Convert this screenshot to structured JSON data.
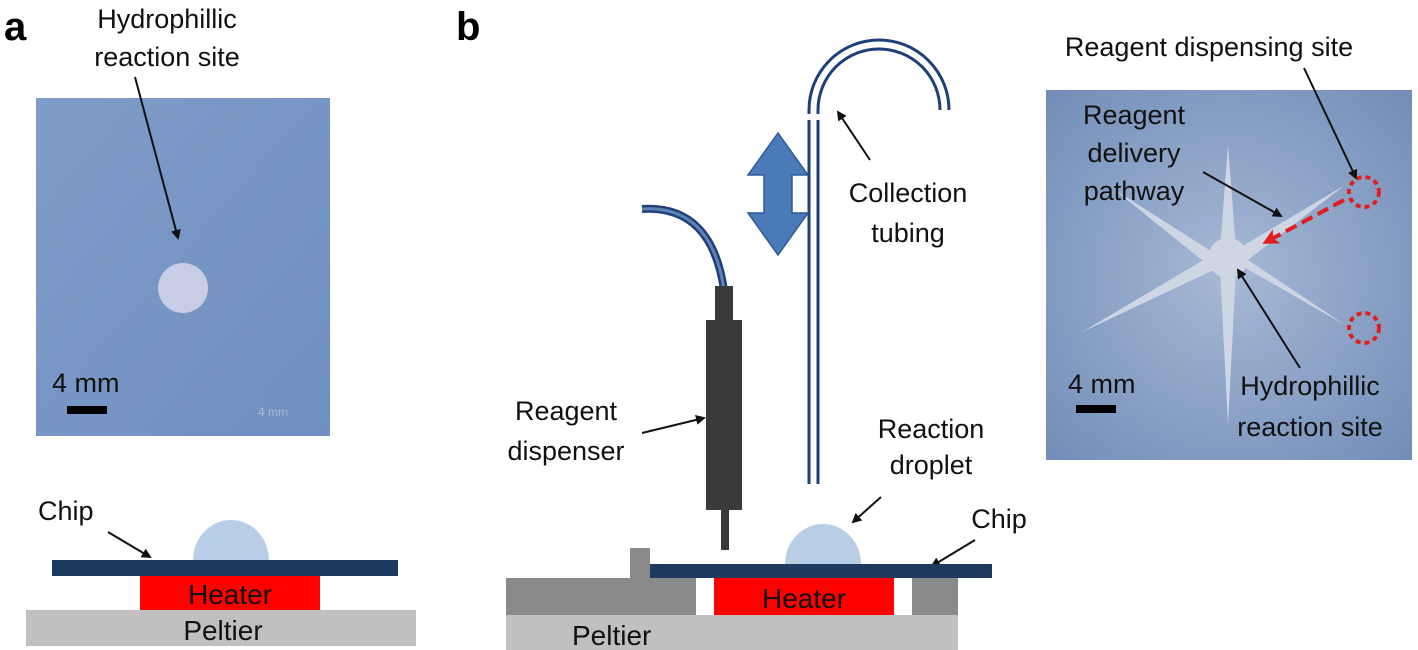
{
  "panel_a": {
    "letter": "a",
    "photo_label": [
      "Hydrophillic",
      "reaction site"
    ],
    "scale_label": "4 mm",
    "photo_watermark": "4 mm",
    "chip_label": "Chip",
    "heater_label": "Heater",
    "peltier_label": "Peltier"
  },
  "panel_b": {
    "letter": "b",
    "collection_label": [
      "Collection",
      "tubing"
    ],
    "dispenser_label": [
      "Reagent",
      "dispenser"
    ],
    "droplet_label": [
      "Reaction",
      "droplet"
    ],
    "chip_label": "Chip",
    "heater_label": "Heater",
    "peltier_label": "Peltier"
  },
  "panel_b_photo": {
    "dispensing_site_label": "Reagent dispensing site",
    "delivery_label": [
      "Reagent",
      "delivery",
      "pathway"
    ],
    "reaction_site_label": [
      "Hydrophillic",
      "reaction site"
    ],
    "scale_label": "4 mm"
  },
  "colors": {
    "chip": "#1f3a5f",
    "heater": "#ff0000",
    "peltier": "#c0c0c0",
    "block": "#8a8a8a",
    "droplet": "#b8cde6",
    "dispenser": "#3a3a3a",
    "tubing": "#1f3f7a",
    "arrow": "#4a7ab8",
    "photo_blue": "#7d9ac6",
    "marker": "#e02020"
  }
}
